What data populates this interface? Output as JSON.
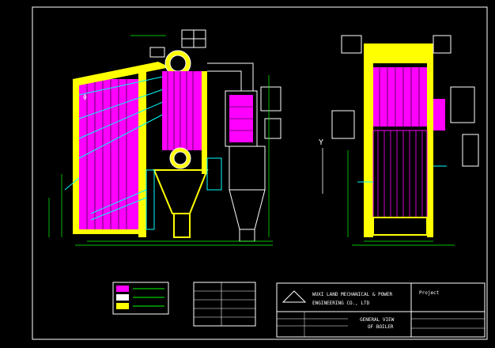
{
  "colors": {
    "background": "#000000",
    "frame": "#ffffff",
    "magenta": "#ff00ff",
    "yellow": "#ffff00",
    "cyan": "#00ffff",
    "green": "#00ff00",
    "white": "#ffffff",
    "red": "#ff0000"
  },
  "views": {
    "left_label": "",
    "right_axis_label": "Y"
  },
  "title_block": {
    "company_line1": "WUXI LAND MECHANICAL & POWER",
    "company_line2": "ENGINEERING CO., LTD",
    "project_label": "Project",
    "drawing_title_line1": "GENERAL   VIEW",
    "drawing_title_line2": "OF  BOILER"
  }
}
